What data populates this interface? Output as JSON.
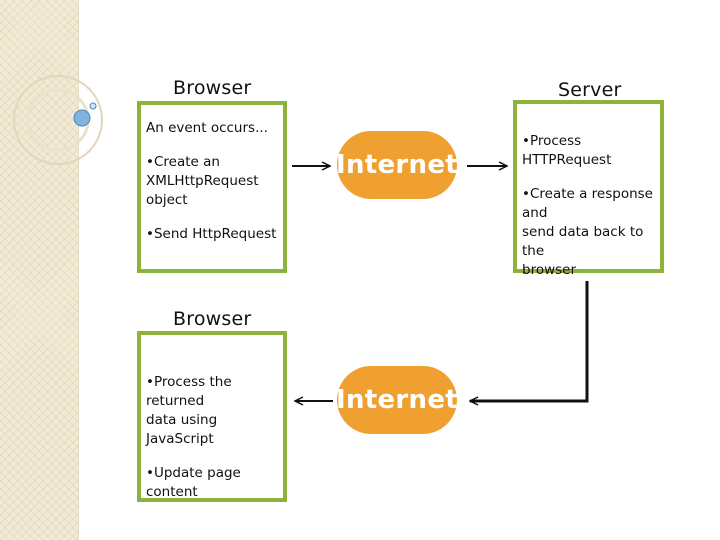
{
  "top_browser": {
    "heading": "Browser",
    "lines": [
      "An event occurs...",
      "•Create an",
      "XMLHttpRequest object",
      "•Send HttpRequest"
    ]
  },
  "server": {
    "heading": "Server",
    "lines": [
      "•Process HTTPRequest",
      "•Create a response and",
      "send data back to the",
      "browser"
    ]
  },
  "bottom_browser": {
    "heading": "Browser",
    "lines": [
      "•Process the returned",
      "data using JavaScript",
      "•Update page content"
    ]
  },
  "internet_top": "Internet",
  "internet_bottom": "Internet",
  "colors": {
    "box_border": "#8db33a",
    "pill_fill": "#f0a030",
    "strip": "#f3ead6"
  }
}
